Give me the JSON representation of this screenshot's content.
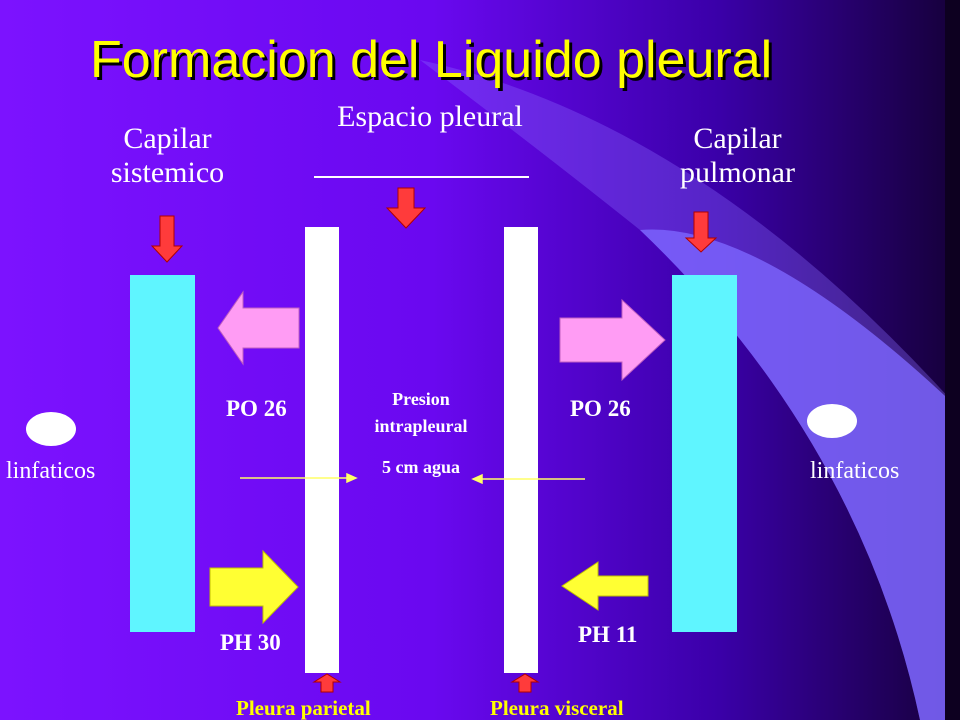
{
  "title": "Formacion del Liquido pleural",
  "labels": {
    "espacio_pleural": "Espacio pleural",
    "capilar_sistemico": "Capilar sistemico",
    "capilar_pulmonar": "Capilar pulmonar",
    "linfaticos_left": "linfaticos",
    "linfaticos_right": "linfaticos",
    "po_left": "PO 26",
    "po_right": "PO 26",
    "presion": "Presion intrapleural",
    "presion_value": "5 cm agua",
    "ph_left": "PH 30",
    "ph_right": "PH 11",
    "pleura_parietal": "Pleura parietal",
    "pleura_visceral": "Pleura visceral"
  },
  "colors": {
    "title": "#ffff00",
    "capillary": "#5ff5ff",
    "oncotic_arrow": "#ff9cf4",
    "hydrostatic_arrow": "#ffff33",
    "pointer_arrow": "#ff4040",
    "background_main": "#7b10ff",
    "background_dark": "#1a0048"
  }
}
